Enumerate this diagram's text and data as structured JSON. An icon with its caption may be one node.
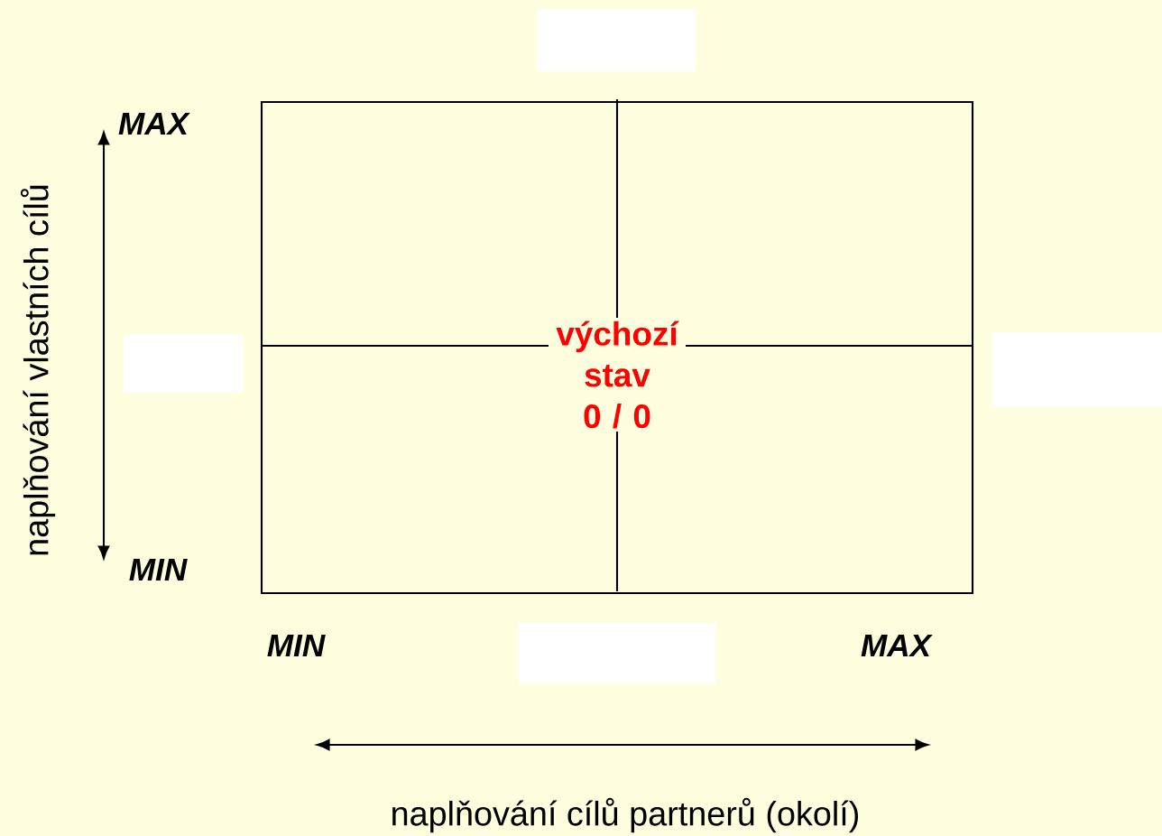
{
  "diagram": {
    "nodes": [
      {
        "text": [],
        "shape": "box"
      },
      {
        "text": [],
        "shape": "box"
      },
      {
        "text": [],
        "shape": "box"
      },
      {
        "text": [
          "výchozí stav 0 / 0"
        ],
        "in": 2
      },
      {
        "text": [],
        "shape": "box"
      },
      {
        "text": [],
        "shape": "box"
      }
    ],
    "labels": [
      "MAX",
      "naplňování vlastních cílů",
      "MIN",
      "MIN",
      "MAX",
      "naplňování cílů partnerů (okolí)"
    ]
  }
}
